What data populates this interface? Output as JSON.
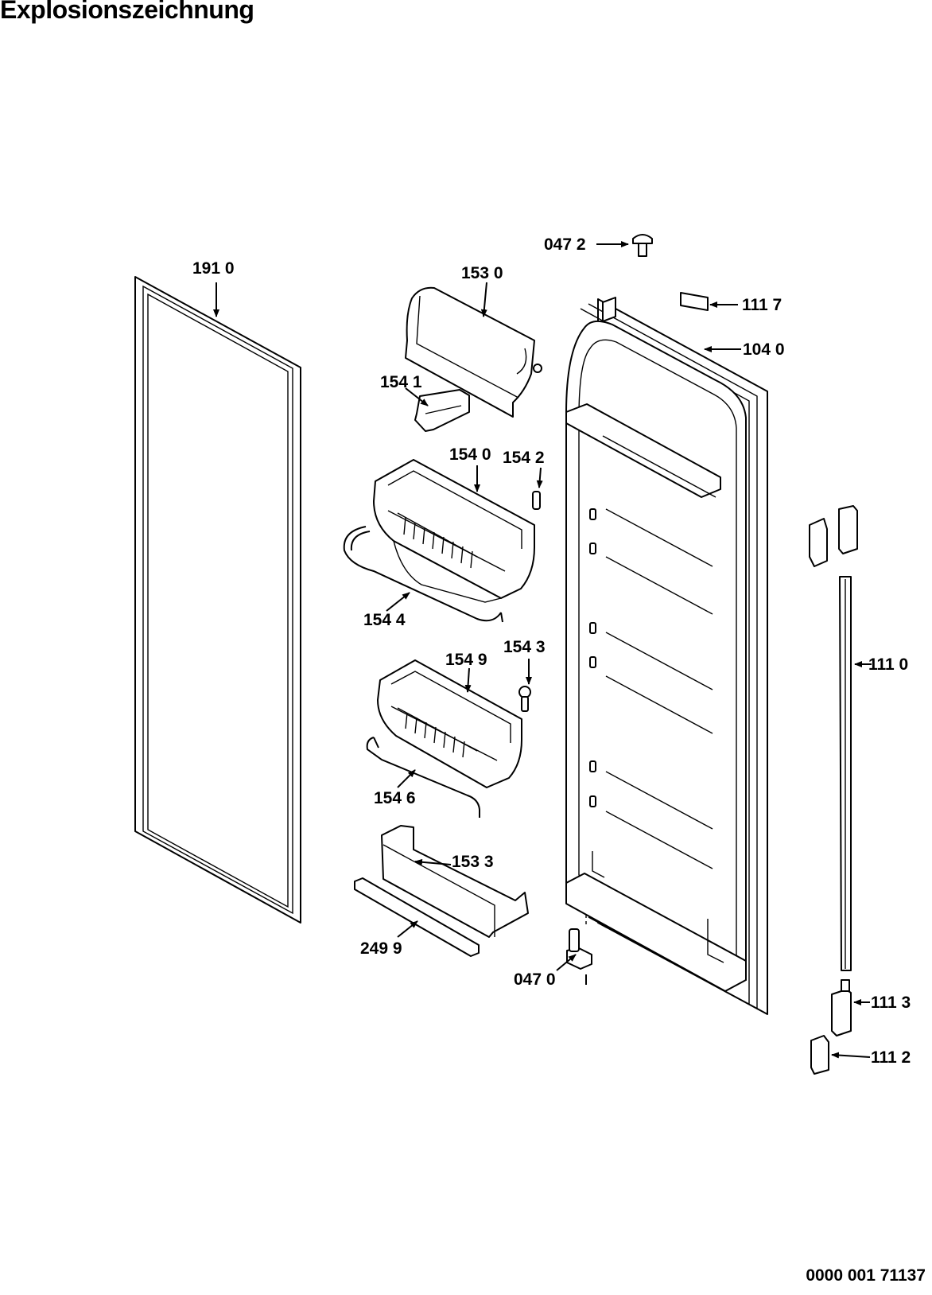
{
  "header": {
    "title": "Explosionszeichnung"
  },
  "footer": {
    "document_number": "0000 001 71137"
  },
  "diagram": {
    "labels": {
      "p0472": "047 2",
      "p1910": "191 0",
      "p1530": "153 0",
      "p1117": "111 7",
      "p1040": "104 0",
      "p1541": "154 1",
      "p1540": "154 0",
      "p1542": "154 2",
      "p1544": "154 4",
      "p1543": "154 3",
      "p1549": "154 9",
      "p1110": "111 0",
      "p1546": "154 6",
      "p1533": "153 3",
      "p2499": "249 9",
      "p0470": "047 0",
      "p1113": "111 3",
      "p1112": "111 2"
    }
  }
}
